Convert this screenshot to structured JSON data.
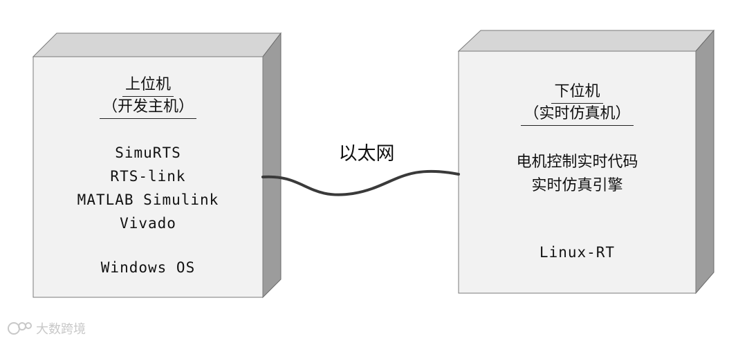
{
  "host": {
    "title": "上位机",
    "subtitle": "（开发主机）",
    "software": [
      "SimuRTS",
      "RTS-link",
      "MATLAB Simulink",
      "Vivado"
    ],
    "os": "Windows OS"
  },
  "target": {
    "title": "下位机",
    "subtitle": "（实时仿真机）",
    "software": [
      "电机控制实时代码",
      "实时仿真引擎"
    ],
    "os": "Linux-RT"
  },
  "connection": {
    "label": "以太网"
  },
  "watermark": {
    "text": "大数跨境"
  },
  "colors": {
    "box_front": "#f2f2f2",
    "box_top": "#d9d9d9",
    "box_side": "#9a9a9a",
    "cable": "#3a3a3a"
  }
}
